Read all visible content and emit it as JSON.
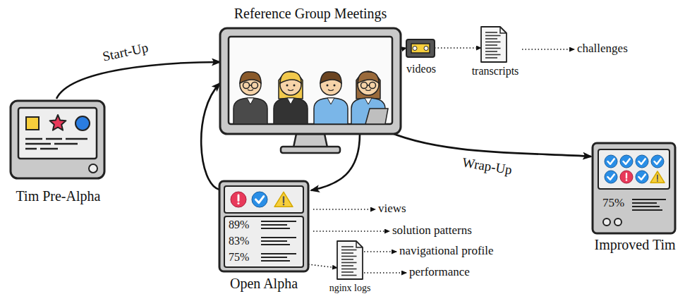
{
  "diagram": {
    "nodes": [
      {
        "text": [
          "Tim Pre-Alpha"
        ]
      },
      {
        "text": [
          "Reference Group Meetings"
        ]
      },
      {
        "text": [
          "videos"
        ]
      },
      {
        "text": [
          "transcripts"
        ]
      },
      {
        "text": [
          "Open Alpha",
          "89%",
          "83%",
          "75%"
        ]
      },
      {
        "text": [
          "nginx logs"
        ]
      },
      {
        "text": [
          "Improved Tim",
          "75%"
        ]
      }
    ],
    "edges": [
      {
        "from": 0,
        "to": 1,
        "label": "Start-Up",
        "arrow": "to"
      },
      {
        "from": 1,
        "to": 4,
        "arrow": "to"
      },
      {
        "from": 4,
        "to": 1,
        "arrow": "to"
      },
      {
        "from": 1,
        "to": 6,
        "label": "Wrap-Up",
        "arrow": "to"
      },
      {
        "from": 1,
        "to": 2,
        "arrow": "to"
      },
      {
        "from": 2,
        "to": 3,
        "arrow": "to"
      },
      {
        "from": 4,
        "to": 5,
        "arrow": "to"
      }
    ],
    "labels": [
      "challenges",
      "views",
      "solution patterns",
      "navigational profile",
      "performance"
    ]
  }
}
